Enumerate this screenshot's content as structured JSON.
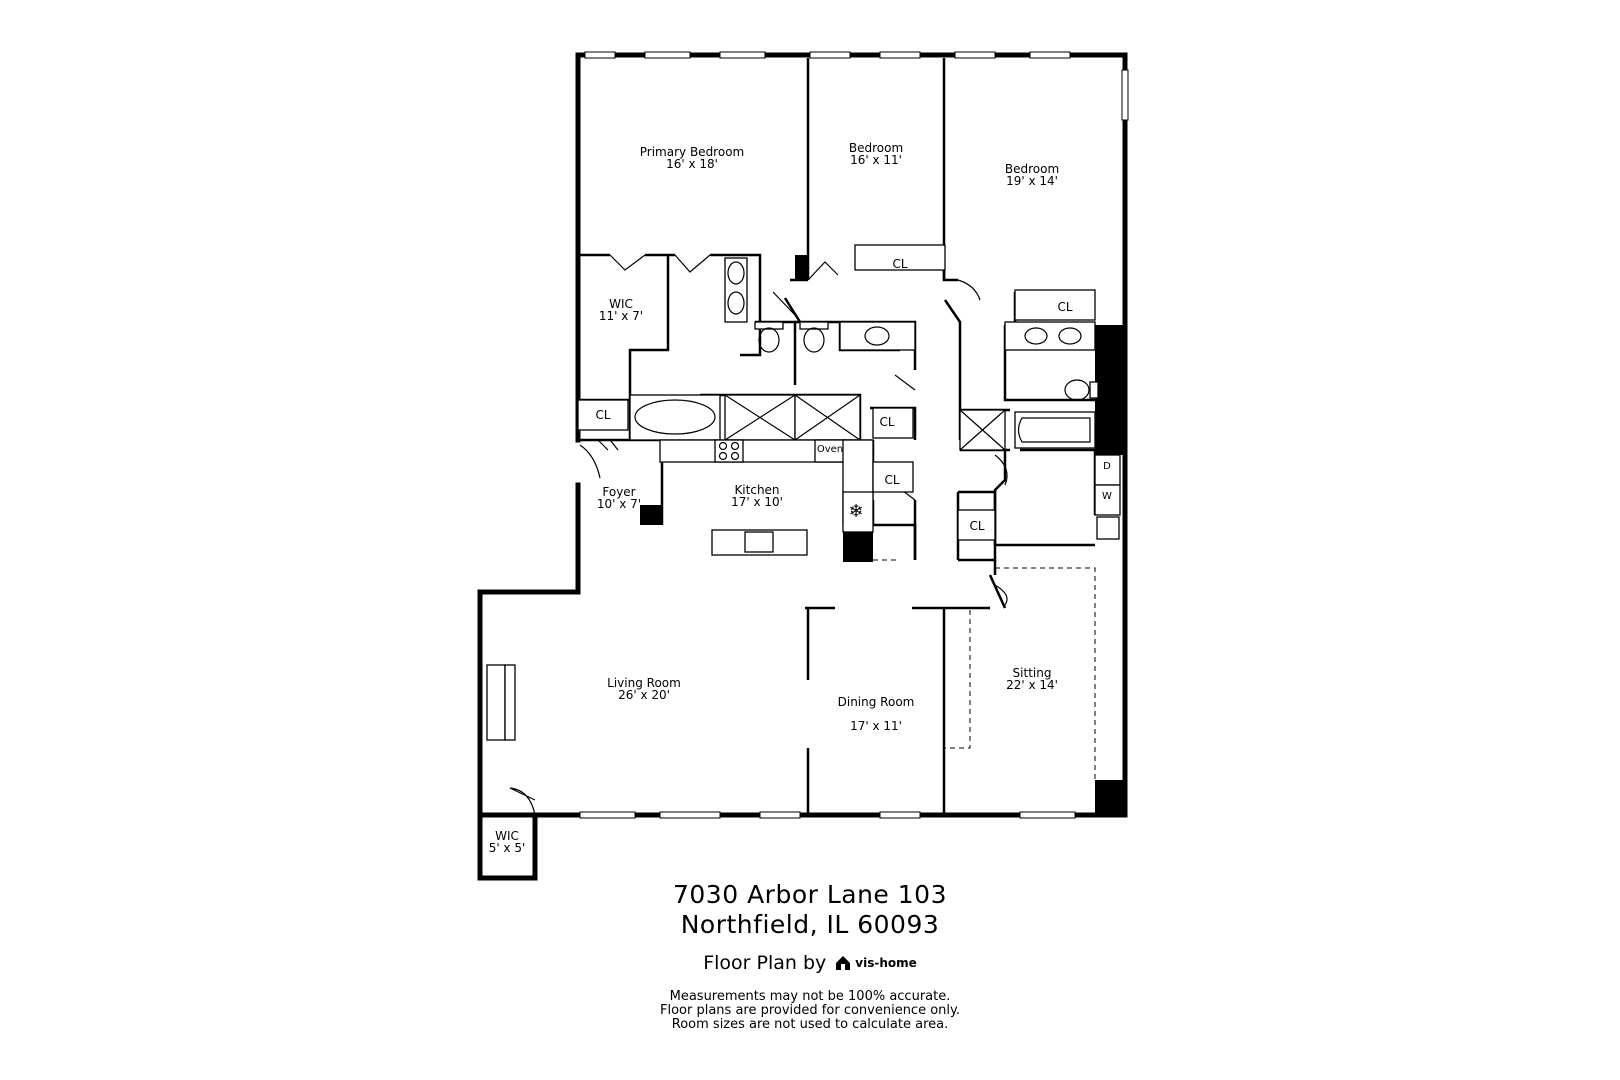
{
  "rooms": [
    {
      "name": "Primary Bedroom",
      "size": "16' x 18'"
    },
    {
      "name": "Bedroom",
      "size": "16' x 11'"
    },
    {
      "name": "Bedroom",
      "size": "19' x 14'"
    },
    {
      "name": "WIC",
      "size": "11' x 7'"
    },
    {
      "name": "Foyer",
      "size": "10' x 7'"
    },
    {
      "name": "Kitchen",
      "size": "17' x 10'"
    },
    {
      "name": "Living Room",
      "size": "26' x 20'"
    },
    {
      "name": "Dining Room",
      "size": "17' x 11'"
    },
    {
      "name": "Sitting",
      "size": "22' x 14'"
    },
    {
      "name": "WIC",
      "size": "5' x 5'"
    }
  ],
  "closet_label": "CL",
  "appliances": {
    "oven": "Oven",
    "dryer": "D",
    "washer": "W"
  },
  "address": {
    "line1": "7030 Arbor Lane 103",
    "line2": "Northfield, IL 60093"
  },
  "credit": {
    "prefix": "Floor Plan by",
    "brand": "vis-home"
  },
  "disclaimer": [
    "Measurements may not be 100% accurate.",
    "Floor plans are provided for convenience only.",
    "Room sizes are not used to calculate area."
  ]
}
